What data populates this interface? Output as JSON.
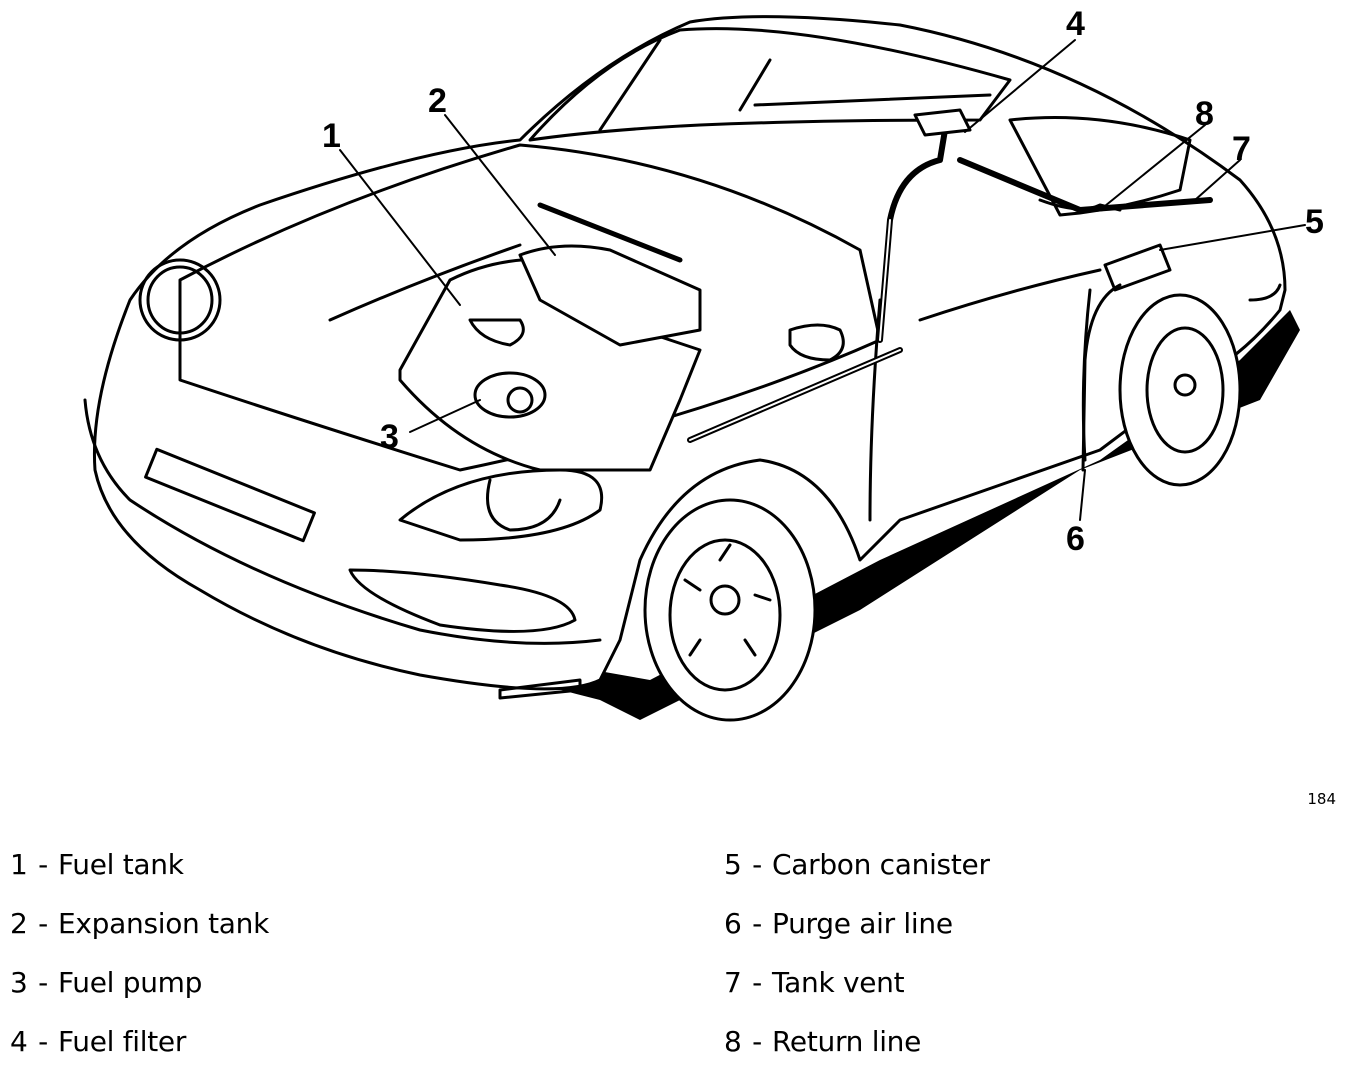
{
  "figure": {
    "number": "184",
    "callouts": [
      {
        "id": "1",
        "text": "1"
      },
      {
        "id": "2",
        "text": "2"
      },
      {
        "id": "3",
        "text": "3"
      },
      {
        "id": "4",
        "text": "4"
      },
      {
        "id": "5",
        "text": "5"
      },
      {
        "id": "6",
        "text": "6"
      },
      {
        "id": "7",
        "text": "7"
      },
      {
        "id": "8",
        "text": "8"
      }
    ]
  },
  "legend": {
    "separator": "-",
    "left": [
      {
        "num": "1",
        "label": "Fuel tank"
      },
      {
        "num": "2",
        "label": "Expansion tank"
      },
      {
        "num": "3",
        "label": "Fuel pump"
      },
      {
        "num": "4",
        "label": "Fuel filter"
      }
    ],
    "right": [
      {
        "num": "5",
        "label": "Carbon canister"
      },
      {
        "num": "6",
        "label": "Purge air line"
      },
      {
        "num": "7",
        "label": "Tank vent"
      },
      {
        "num": "8",
        "label": "Return line"
      }
    ]
  }
}
